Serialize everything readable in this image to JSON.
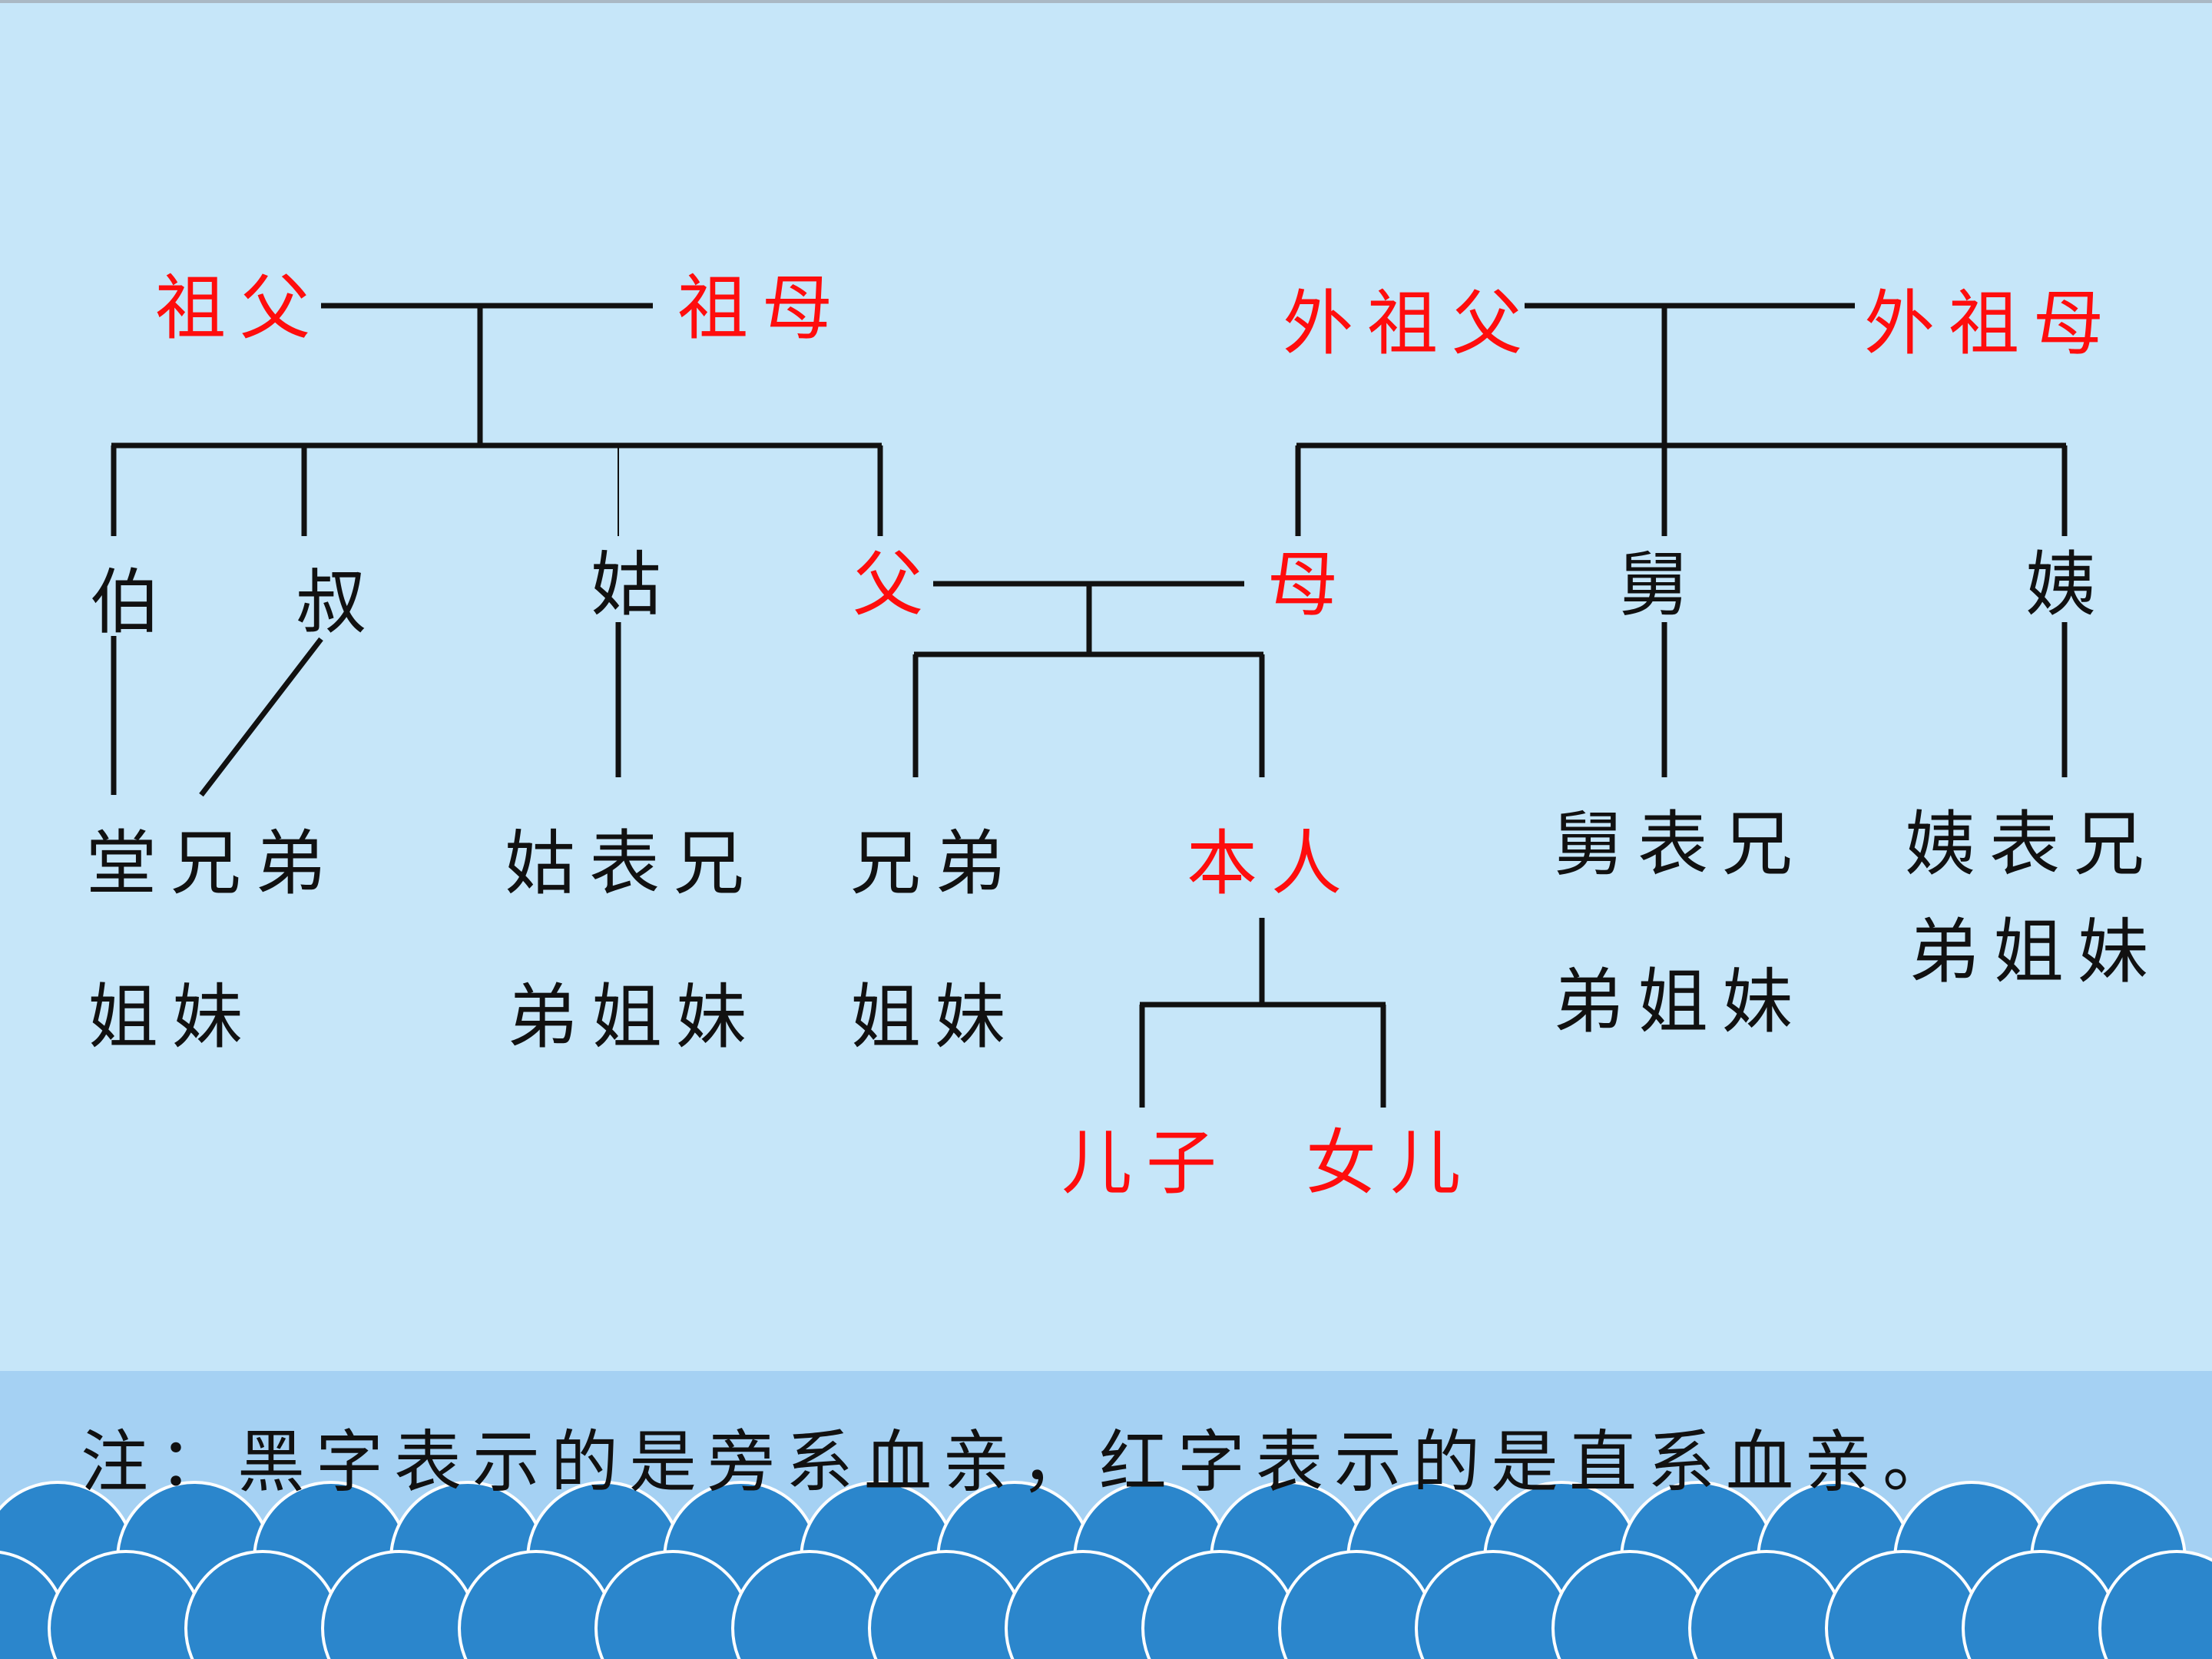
{
  "diagram": {
    "nodes": [
      {
        "id": "grandfather",
        "label": "祖父",
        "kind": "direct"
      },
      {
        "id": "grandmother",
        "label": "祖母",
        "kind": "direct"
      },
      {
        "id": "maternal-grandfather",
        "label": "外祖父",
        "kind": "direct"
      },
      {
        "id": "maternal-grandmother",
        "label": "外祖母",
        "kind": "direct"
      },
      {
        "id": "uncle-elder",
        "label": "伯",
        "kind": "collateral"
      },
      {
        "id": "uncle-younger",
        "label": "叔",
        "kind": "collateral"
      },
      {
        "id": "aunt-paternal",
        "label": "姑",
        "kind": "collateral"
      },
      {
        "id": "father",
        "label": "父",
        "kind": "direct"
      },
      {
        "id": "mother",
        "label": "母",
        "kind": "direct"
      },
      {
        "id": "uncle-maternal",
        "label": "舅",
        "kind": "collateral"
      },
      {
        "id": "aunt-maternal",
        "label": "姨",
        "kind": "collateral"
      },
      {
        "id": "paternal-cousins",
        "label": "堂兄弟",
        "label2": "姐妹",
        "kind": "collateral"
      },
      {
        "id": "paternal-aunt-cousins",
        "label": "姑表兄",
        "label2": "弟姐妹",
        "kind": "collateral"
      },
      {
        "id": "siblings",
        "label": "兄弟",
        "label2": "姐妹",
        "kind": "collateral"
      },
      {
        "id": "self",
        "label": "本人",
        "kind": "direct"
      },
      {
        "id": "maternal-uncle-cousins",
        "label": "舅表兄",
        "label2": "弟姐妹",
        "kind": "collateral"
      },
      {
        "id": "maternal-aunt-cousins",
        "label": "姨表兄",
        "label2": "弟姐妹",
        "kind": "collateral"
      },
      {
        "id": "son",
        "label": "儿子",
        "kind": "direct"
      },
      {
        "id": "daughter",
        "label": "女儿",
        "kind": "direct"
      }
    ],
    "edges": [
      {
        "from": "grandfather",
        "to": "grandmother",
        "type": "marriage"
      },
      {
        "from": "maternal-grandfather",
        "to": "maternal-grandmother",
        "type": "marriage"
      },
      {
        "from": "father",
        "to": "mother",
        "type": "marriage"
      },
      {
        "from": "grandfather",
        "to": "uncle-elder",
        "type": "child"
      },
      {
        "from": "grandfather",
        "to": "uncle-younger",
        "type": "child"
      },
      {
        "from": "grandfather",
        "to": "aunt-paternal",
        "type": "child"
      },
      {
        "from": "grandfather",
        "to": "father",
        "type": "child"
      },
      {
        "from": "maternal-grandfather",
        "to": "mother",
        "type": "child"
      },
      {
        "from": "maternal-grandfather",
        "to": "uncle-maternal",
        "type": "child"
      },
      {
        "from": "maternal-grandfather",
        "to": "aunt-maternal",
        "type": "child"
      },
      {
        "from": "uncle-elder",
        "to": "paternal-cousins",
        "type": "child"
      },
      {
        "from": "uncle-younger",
        "to": "paternal-cousins",
        "type": "child"
      },
      {
        "from": "aunt-paternal",
        "to": "paternal-aunt-cousins",
        "type": "child"
      },
      {
        "from": "father",
        "to": "siblings",
        "type": "child"
      },
      {
        "from": "father",
        "to": "self",
        "type": "child"
      },
      {
        "from": "uncle-maternal",
        "to": "maternal-uncle-cousins",
        "type": "child"
      },
      {
        "from": "aunt-maternal",
        "to": "maternal-aunt-cousins",
        "type": "child"
      },
      {
        "from": "self",
        "to": "son",
        "type": "child"
      },
      {
        "from": "self",
        "to": "daughter",
        "type": "child"
      }
    ]
  },
  "note": "注：黑字表示的是旁系血亲，红字表示的是直系血亲。",
  "colors": {
    "direct": "#ff0d0d",
    "collateral": "#111111",
    "background": "#c6e6f9",
    "band": "#a5d1f3",
    "wave": "#2b86cc"
  }
}
